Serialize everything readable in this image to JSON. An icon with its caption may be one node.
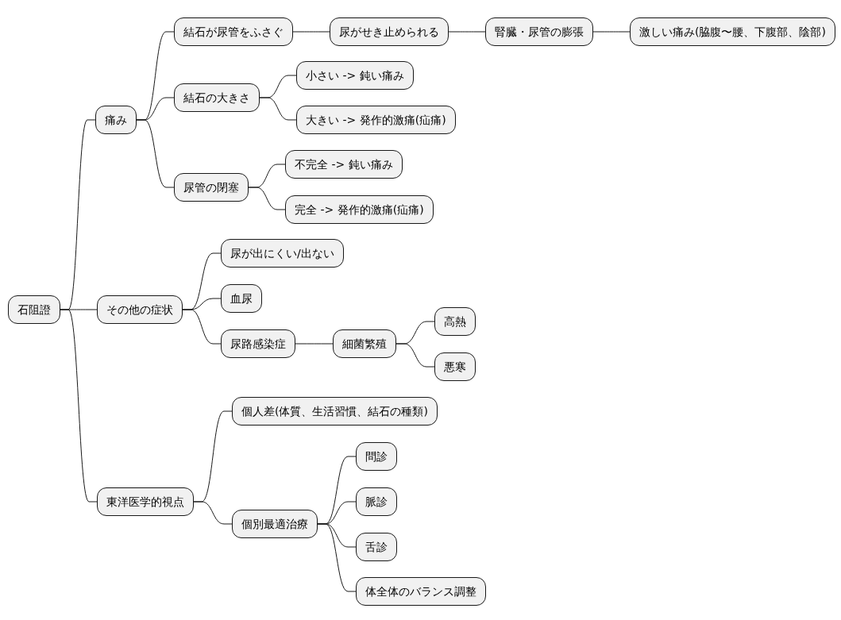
{
  "diagram": {
    "nodes": [
      {
        "text": [
          "石阻證"
        ]
      },
      {
        "text": [
          "痛み"
        ]
      },
      {
        "text": [
          "結石が尿管をふさぐ"
        ]
      },
      {
        "text": [
          "尿がせき止められる"
        ]
      },
      {
        "text": [
          "腎臓・尿管の膨張"
        ]
      },
      {
        "text": [
          "激しい痛み(脇腹〜腰、下腹部、陰部)"
        ]
      },
      {
        "text": [
          "結石の大きさ"
        ]
      },
      {
        "text": [
          "小さい -> 鈍い痛み"
        ]
      },
      {
        "text": [
          "大きい -> 発作的激痛(疝痛)"
        ]
      },
      {
        "text": [
          "尿管の閉塞"
        ]
      },
      {
        "text": [
          "不完全 -> 鈍い痛み"
        ]
      },
      {
        "text": [
          "完全 -> 発作的激痛(疝痛)"
        ]
      },
      {
        "text": [
          "その他の症状"
        ]
      },
      {
        "text": [
          "尿が出にくい/出ない"
        ]
      },
      {
        "text": [
          "血尿"
        ]
      },
      {
        "text": [
          "尿路感染症"
        ]
      },
      {
        "text": [
          "細菌繁殖"
        ]
      },
      {
        "text": [
          "高熱"
        ]
      },
      {
        "text": [
          "悪寒"
        ]
      },
      {
        "text": [
          "東洋医学的視点"
        ]
      },
      {
        "text": [
          "個人差(体質、生活習慣、結石の種類)"
        ]
      },
      {
        "text": [
          "個別最適治療"
        ]
      },
      {
        "text": [
          "問診"
        ]
      },
      {
        "text": [
          "脈診"
        ]
      },
      {
        "text": [
          "舌診"
        ]
      },
      {
        "text": [
          "体全体のバランス調整"
        ]
      }
    ],
    "edges": [
      {
        "from": 0,
        "to": 1,
        "arrow": "none"
      },
      {
        "from": 0,
        "to": 12,
        "arrow": "none"
      },
      {
        "from": 0,
        "to": 19,
        "arrow": "none"
      },
      {
        "from": 1,
        "to": 2,
        "arrow": "none"
      },
      {
        "from": 1,
        "to": 6,
        "arrow": "none"
      },
      {
        "from": 1,
        "to": 9,
        "arrow": "none"
      },
      {
        "from": 2,
        "to": 3,
        "arrow": "none"
      },
      {
        "from": 3,
        "to": 4,
        "arrow": "none"
      },
      {
        "from": 4,
        "to": 5,
        "arrow": "none"
      },
      {
        "from": 6,
        "to": 7,
        "arrow": "none"
      },
      {
        "from": 6,
        "to": 8,
        "arrow": "none"
      },
      {
        "from": 9,
        "to": 10,
        "arrow": "none"
      },
      {
        "from": 9,
        "to": 11,
        "arrow": "none"
      },
      {
        "from": 12,
        "to": 13,
        "arrow": "none"
      },
      {
        "from": 12,
        "to": 14,
        "arrow": "none"
      },
      {
        "from": 12,
        "to": 15,
        "arrow": "none"
      },
      {
        "from": 15,
        "to": 16,
        "arrow": "none"
      },
      {
        "from": 16,
        "to": 17,
        "arrow": "none"
      },
      {
        "from": 16,
        "to": 18,
        "arrow": "none"
      },
      {
        "from": 19,
        "to": 20,
        "arrow": "none"
      },
      {
        "from": 19,
        "to": 21,
        "arrow": "none"
      },
      {
        "from": 21,
        "to": 22,
        "arrow": "none"
      },
      {
        "from": 21,
        "to": 23,
        "arrow": "none"
      },
      {
        "from": 21,
        "to": 24,
        "arrow": "none"
      },
      {
        "from": 21,
        "to": 25,
        "arrow": "none"
      }
    ]
  }
}
